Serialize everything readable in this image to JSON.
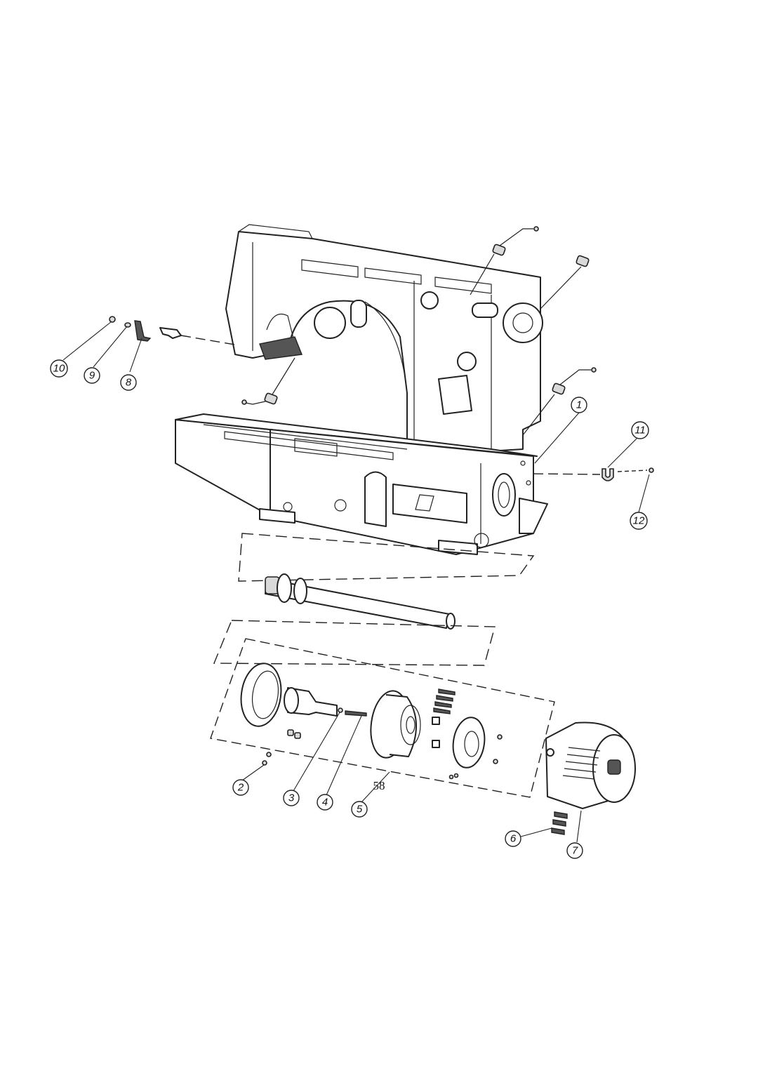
{
  "page_number": "58",
  "callouts": [
    {
      "label": "1"
    },
    {
      "label": "2"
    },
    {
      "label": "3"
    },
    {
      "label": "4"
    },
    {
      "label": "5"
    },
    {
      "label": "6"
    },
    {
      "label": "7"
    },
    {
      "label": "8"
    },
    {
      "label": "9"
    },
    {
      "label": "10"
    },
    {
      "label": "11"
    },
    {
      "label": "12"
    }
  ]
}
